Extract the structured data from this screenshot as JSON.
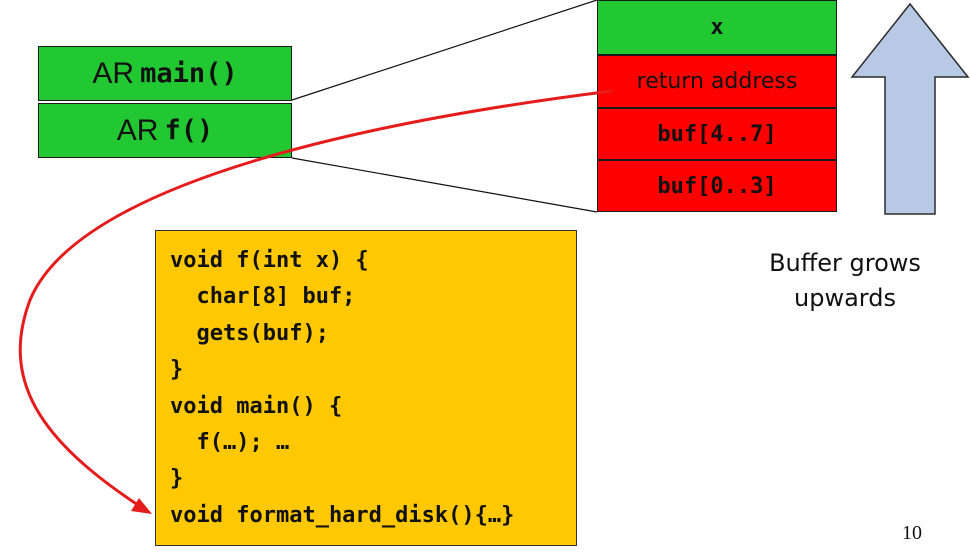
{
  "activation_records": {
    "main": {
      "prefix": "AR",
      "fn": "main()"
    },
    "f": {
      "prefix": "AR",
      "fn": "f()"
    }
  },
  "stack_frame": {
    "slots": [
      "x",
      "return address",
      "buf[4..7]",
      "buf[0..3]"
    ]
  },
  "code": {
    "lines": [
      "void f(int x) {",
      "  char[8] buf;",
      "  gets(buf);",
      "}",
      "void main() {",
      "  f(…); …",
      "}",
      "void format_hard_disk(){…}"
    ]
  },
  "caption": {
    "line1": "Buffer grows",
    "line2": "upwards"
  },
  "page_number": "10",
  "colors": {
    "green": "#22c832",
    "red": "#ff0000",
    "code_bg": "#ffc800",
    "arrow_fill": "#b8c9e6",
    "jump_arrow": "#e51c1c"
  },
  "icons": {
    "growth_arrow": "up-arrow-icon"
  }
}
